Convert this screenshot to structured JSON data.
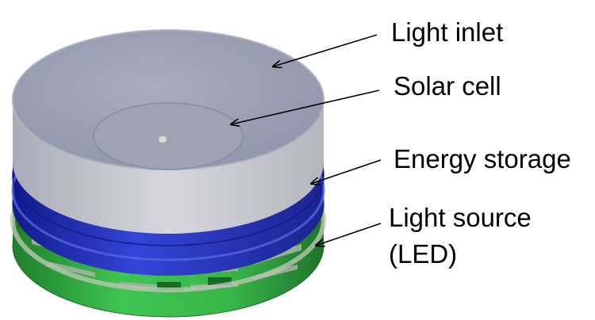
{
  "labels": {
    "light_inlet": "Light inlet",
    "solar_cell": "Solar cell",
    "energy_storage": "Energy storage",
    "light_source_line1": "Light source",
    "light_source_line2": "(LED)"
  },
  "colors": {
    "cover": "#9aa0b4",
    "cover_rim": "#c7c8d0",
    "solar_disc": "#8f97a8",
    "storage": "#2a3bc8",
    "led": "#35b545",
    "arrow": "#000000"
  }
}
